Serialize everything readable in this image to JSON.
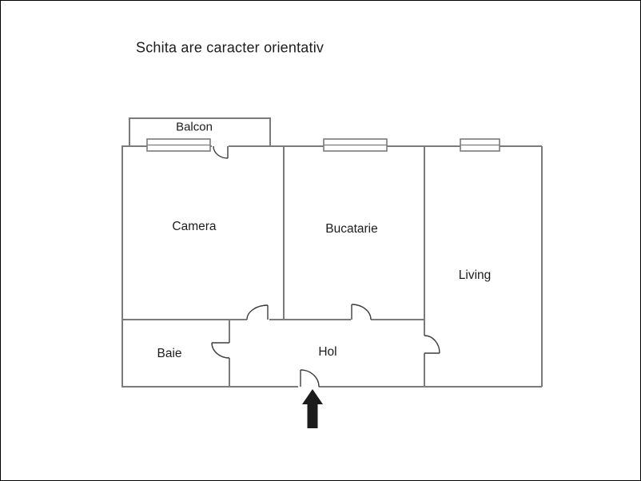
{
  "title": "Schita are caracter orientativ",
  "floor_plan": {
    "rooms": {
      "balcon": {
        "label": "Balcon"
      },
      "camera": {
        "label": "Camera"
      },
      "bucatarie": {
        "label": "Bucatarie"
      },
      "living": {
        "label": "Living"
      },
      "baie": {
        "label": "Baie"
      },
      "hol": {
        "label": "Hol"
      }
    },
    "entrance_arrow_icon": "up-arrow"
  },
  "colors": {
    "wall": "#7b7b7b",
    "door_line": "#3d3d3d",
    "text": "#1c1c1c",
    "arrow": "#1c1c1c",
    "background": "#ffffff",
    "frame_border": "#000000"
  }
}
